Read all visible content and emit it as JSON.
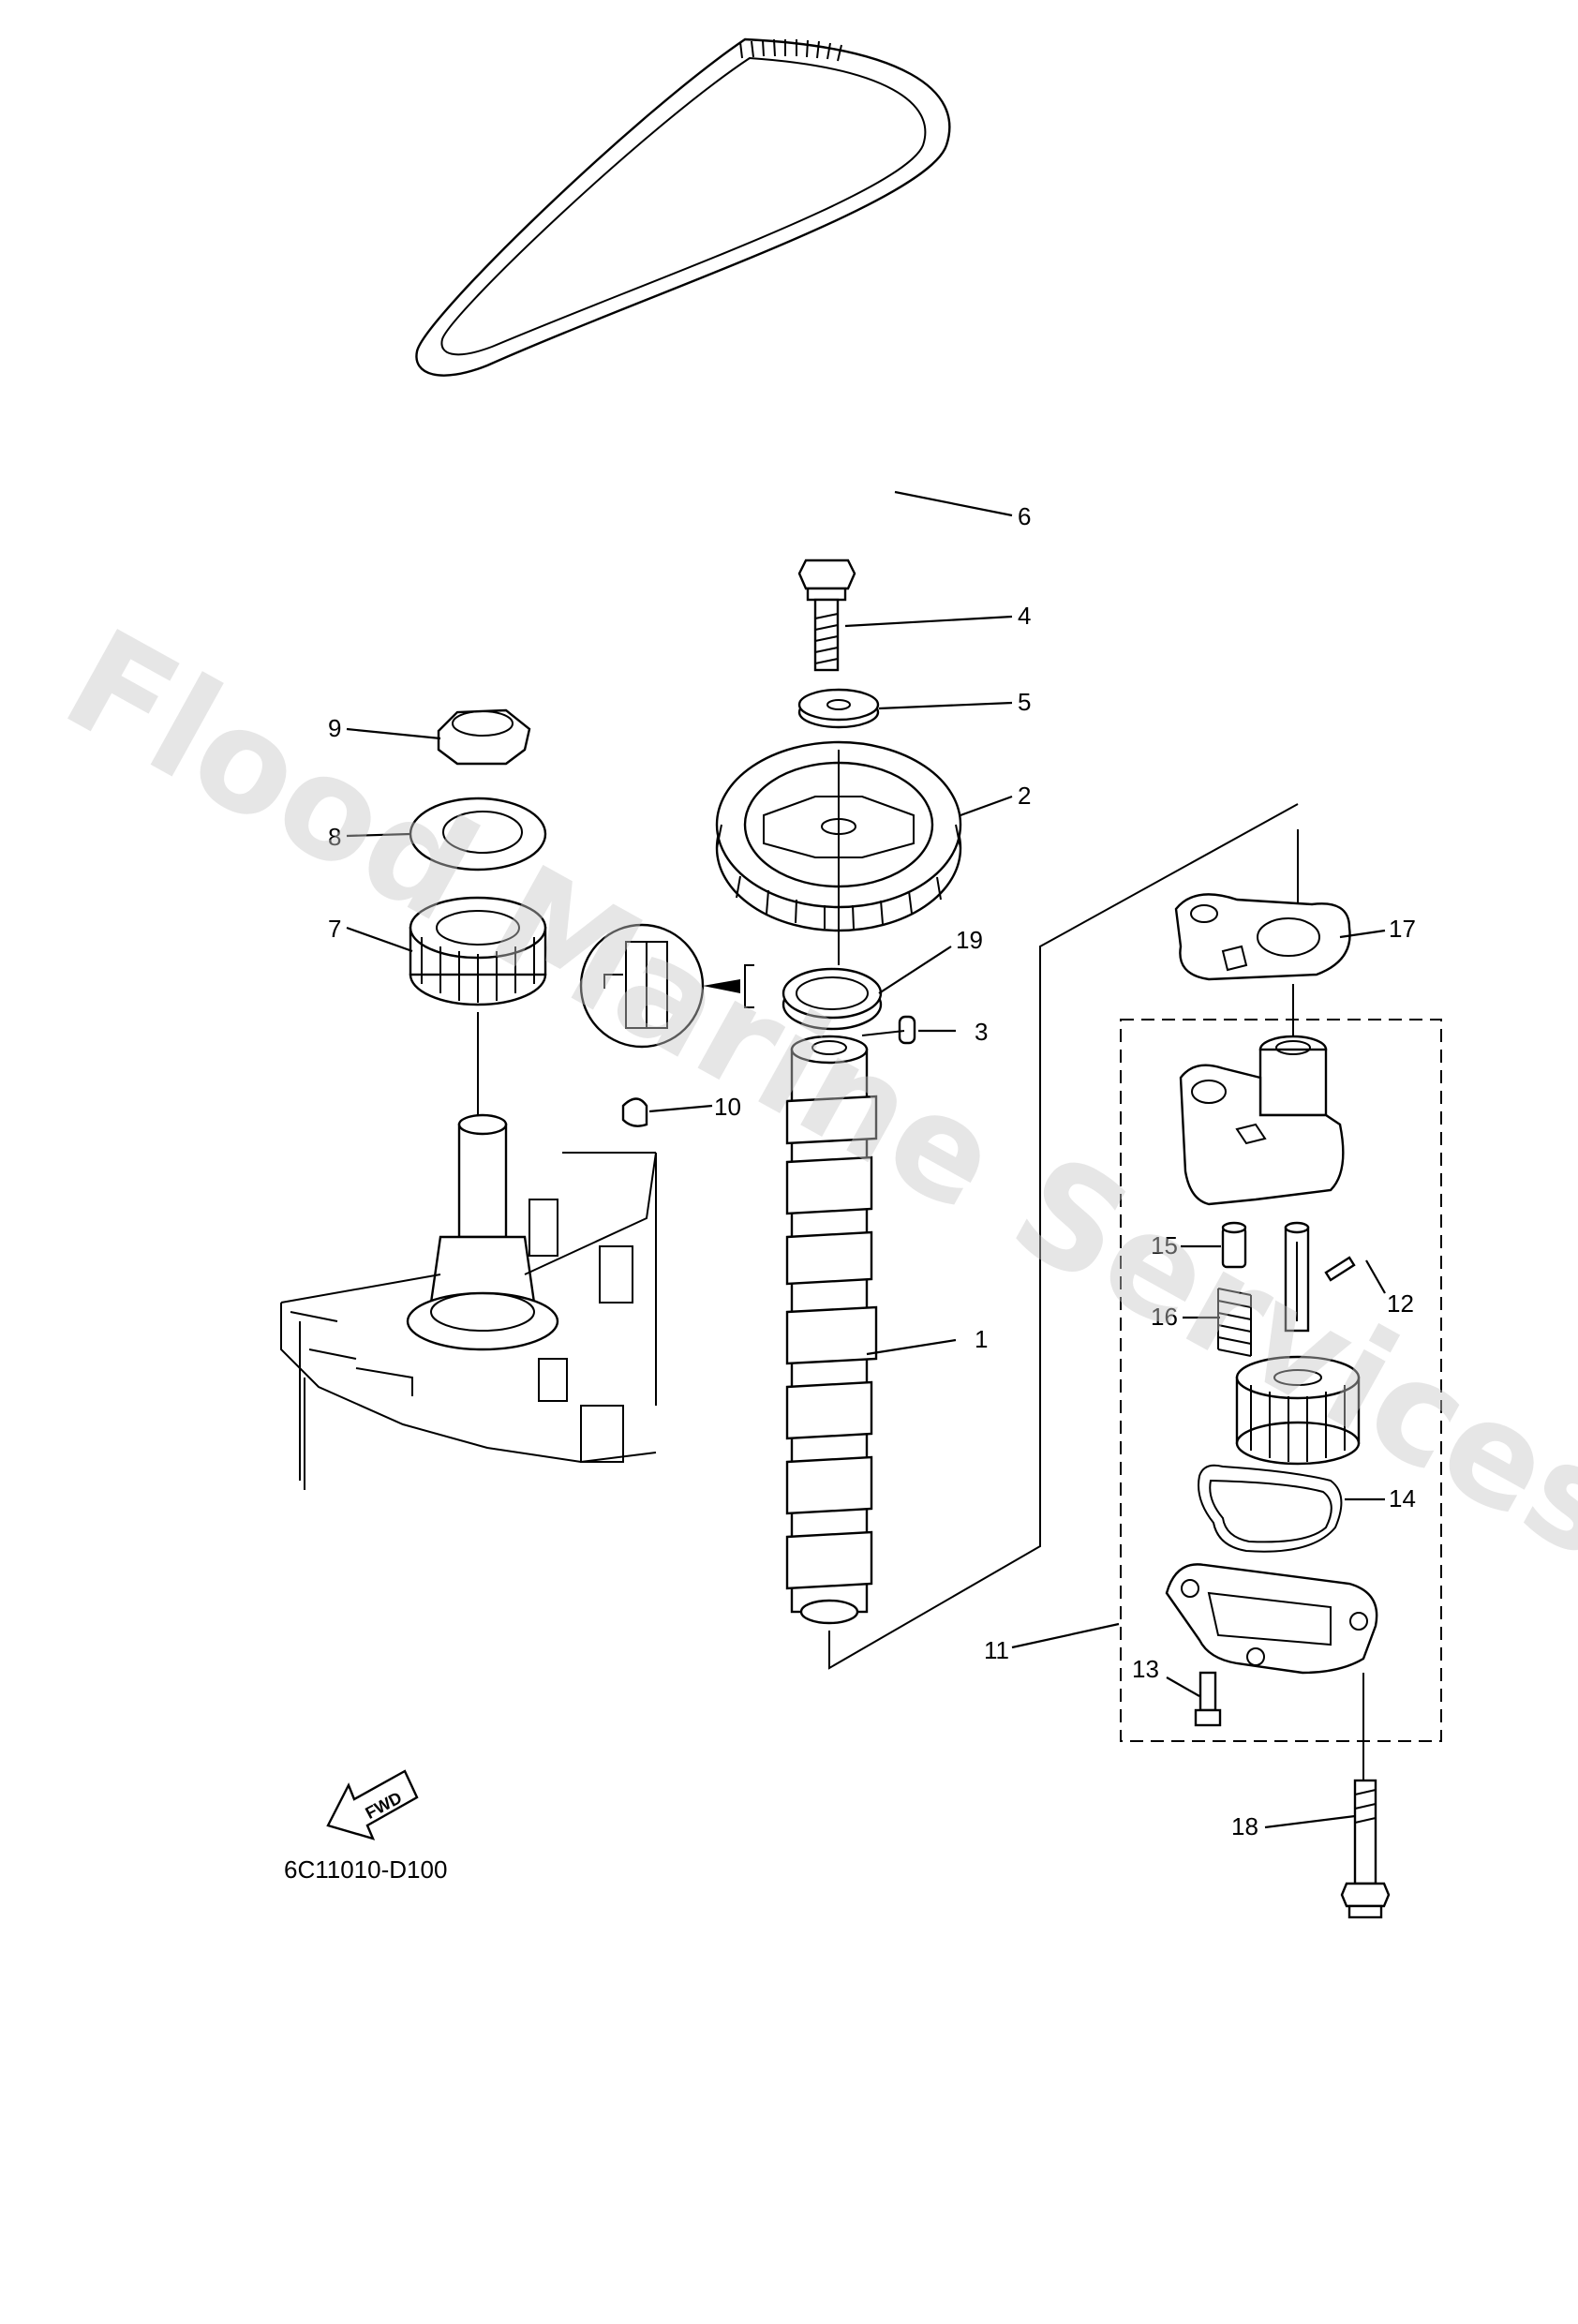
{
  "watermark": "Flood Marine Services",
  "diagram_code": "6C11010-D100",
  "fwd_label": "FWD",
  "callouts": {
    "c1": "1",
    "c2": "2",
    "c3": "3",
    "c4": "4",
    "c5": "5",
    "c6": "6",
    "c7": "7",
    "c8": "8",
    "c9": "9",
    "c10": "10",
    "c11": "11",
    "c12": "12",
    "c13": "13",
    "c14": "14",
    "c15": "15",
    "c16": "16",
    "c17": "17",
    "c18": "18",
    "c19": "19"
  }
}
